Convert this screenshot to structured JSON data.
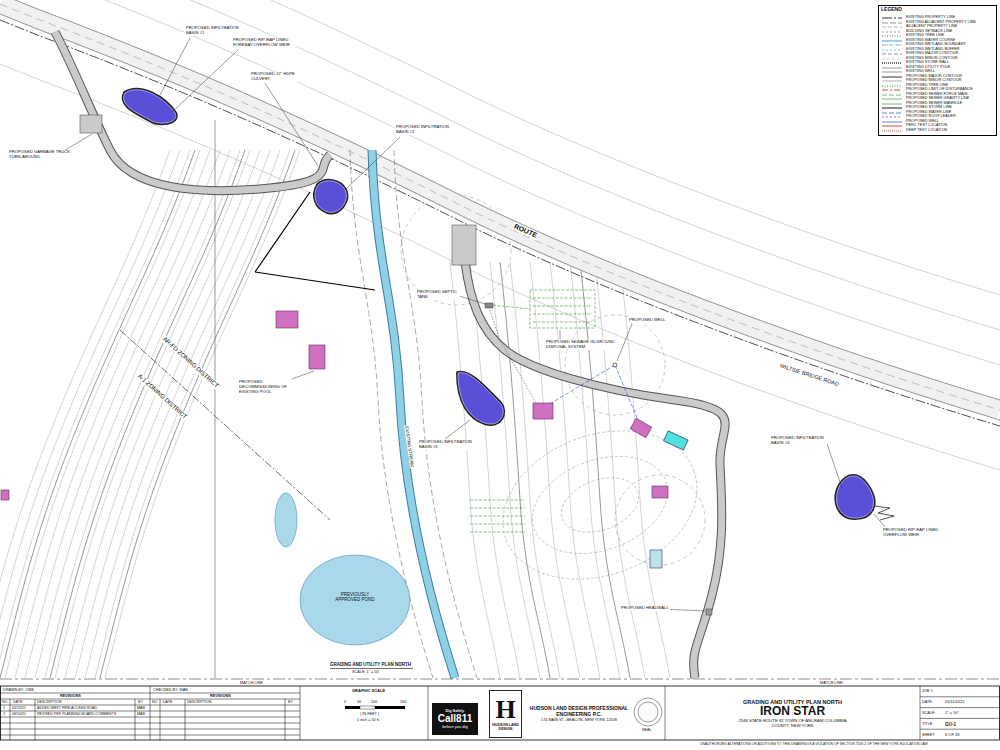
{
  "diagram": {
    "nodes": [
      {
        "text": [
          "Dig Safely.",
          "Call811",
          "before you dig"
        ]
      },
      {
        "text": [
          "H",
          "HUDSON LAND DESIGN"
        ]
      },
      {
        "text": [
          "HUDSON LAND DESIGN PROFESSIONAL ENGINEERING P.C.",
          "174 MAIN ST., BEACON, NEW YORK 12508"
        ]
      },
      {
        "text": [
          "GRADING AND UTILITY PLAN NORTH",
          "IRON STAR",
          "2548 STATE ROUTE 82 TOWN OF ANCRAM COLUMBIA COUNTY, NEW YORK"
        ]
      }
    ],
    "labels": [
      "LEGEND",
      "ROUTE",
      "WILTSIE BRIDGE ROAD",
      "AR-FD ZONING DISTRICT",
      "A-1 ZONING DISTRICT",
      "EXISTING STREAM",
      "PREVIOUSLY APPROVED POND",
      "PROPOSED INFILTRATION BASIN #1",
      "PROPOSED RIP-RAP LINED FOREBAY OVERFLOW WEIR",
      "PROPOSED GARBAGE TRUCK TURN-AROUND",
      "PROPOSED 12\" HDPE CULVERT",
      "PROPOSED INFILTRATION BASIN #2",
      "PROPOSED SEPTIC TANK",
      "PROPOSED SEWAGE IN-GROUND DISPOSAL SYSTEM",
      "PROPOSED WELL",
      "PROPOSED INFILTRATION BASIN #3",
      "PROPOSED DECOMMISSIONING OF EXISTING POOL",
      "PROPOSED INFILTRATION BASIN #4",
      "PROPOSED RIP-RAP LINED OVERFLOW WEIR",
      "PROPOSED HEADWALL",
      "MATCH LINE",
      "MATCH LINE",
      "GRADING AND UTILITY PLAN NORTH",
      "SCALE: 1\" = 50'",
      "GRAPHIC SCALE",
      "0",
      "50",
      "100",
      "200",
      "( IN FEET )",
      "1 inch = 50 ft.",
      "DRAWN BY: CMB",
      "CHECKED BY: MAB",
      "REVISIONS",
      "REVISIONS",
      "NO.",
      "DATE",
      "DESCRIPTION",
      "BY",
      "NO.",
      "DATE",
      "DESCRIPTION",
      "BY",
      "1",
      "05/13/21",
      "ADDED WEST FIRE ACCESS ROAD",
      "MAB",
      "2",
      "06/10/21",
      "REVISED PER PLANNING BOARD COMMENTS",
      "MAB",
      "SEAL",
      "JOB #:",
      "DATE:",
      "05/11/2021",
      "SCALE:",
      "1\" = 50'",
      "TITLE:",
      "GU-1",
      "SHEET:",
      "6 OF 18",
      "UNAUTHORIZED ALTERATIONS OR ADDITIONS TO THIS DRAWING IS A VIOLATION OF SECTION 7209-2 OF THE NEW YORK EDUCATION LAW"
    ],
    "legend": [
      {
        "text": "EXISTING PROPERTY LINE"
      },
      {
        "text": "EXISTING ADJACENT PROPERTY LINE"
      },
      {
        "text": "ADJACENT PROPERTY LINE"
      },
      {
        "text": "BUILDING SETBACK LINE"
      },
      {
        "text": "EXISTING TREE LINE"
      },
      {
        "text": "EXISTING WATER COURSE"
      },
      {
        "text": "EXISTING WETLAND BOUNDARY"
      },
      {
        "text": "EXISTING WETLAND BUFFER"
      },
      {
        "text": "EXISTING MAJOR CONTOUR"
      },
      {
        "text": "EXISTING MINOR CONTOUR"
      },
      {
        "text": "EXISTING STONE WALL"
      },
      {
        "text": "EXISTING UTILITY POLE"
      },
      {
        "text": "EXISTING WELL"
      },
      {
        "text": "PROPOSED MAJOR CONTOUR"
      },
      {
        "text": "PROPOSED MINOR CONTOUR"
      },
      {
        "text": "PROPOSED TREE LINE"
      },
      {
        "text": "PROPOSED LIMIT OF DISTURBANCE"
      },
      {
        "text": "PROPOSED SEWER FORCE MAIN"
      },
      {
        "text": "PROPOSED SEWER GRAVITY LINE"
      },
      {
        "text": "PROPOSED SEWER MANHOLE"
      },
      {
        "text": "PROPOSED STORM LINE"
      },
      {
        "text": "PROPOSED WATER LINE"
      },
      {
        "text": "PROPOSED ROOF LEADER"
      },
      {
        "text": "PROPOSED WELL"
      },
      {
        "text": "PERC TEST LOCATION"
      },
      {
        "text": "DEEP TEST LOCATION"
      }
    ]
  }
}
